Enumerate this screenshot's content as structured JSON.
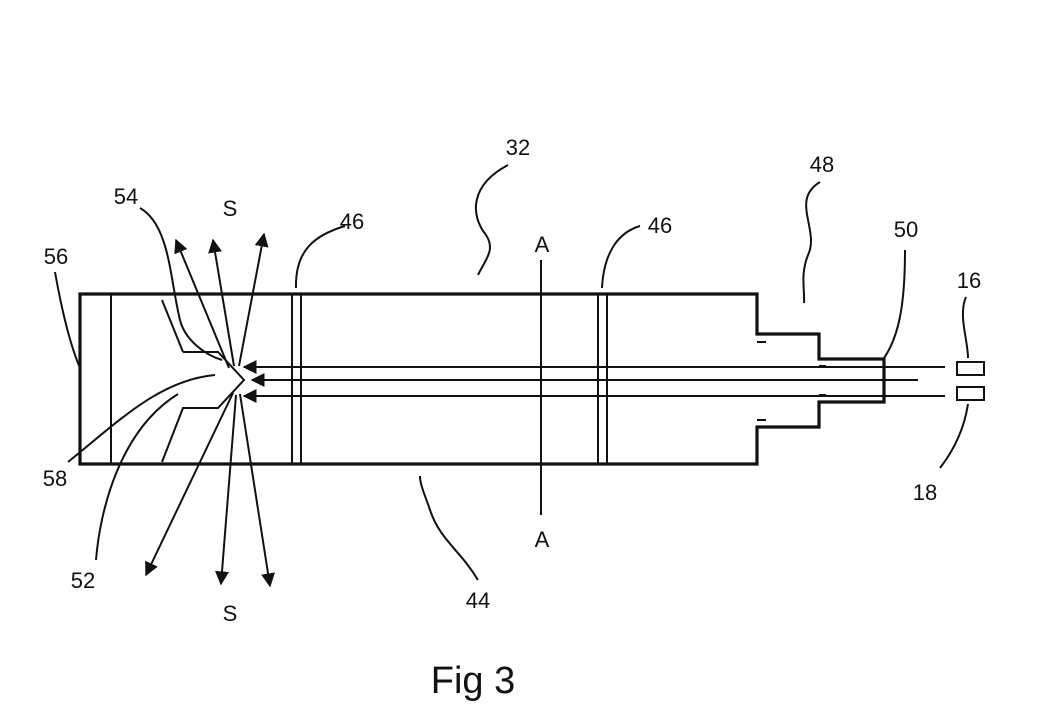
{
  "labels": {
    "l32": "32",
    "l48": "48",
    "l54": "54",
    "lS_top": "S",
    "l46_left": "46",
    "l46_right": "46",
    "lA_top": "A",
    "l50": "50",
    "l56": "56",
    "l16": "16",
    "l58": "58",
    "l18": "18",
    "lA_bottom": "A",
    "l52": "52",
    "l44": "44",
    "lS_bottom": "S"
  },
  "caption": "Fig 3"
}
